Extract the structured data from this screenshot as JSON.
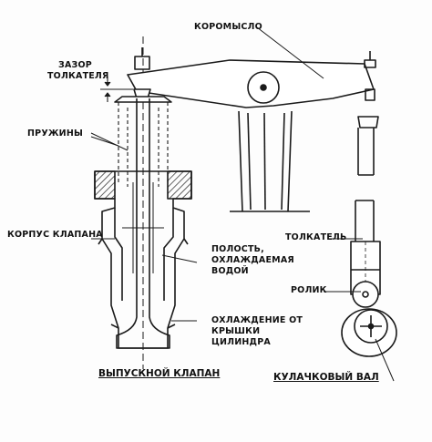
{
  "labels": {
    "rocker": "КОРОМЫСЛО",
    "lash_line1": "ЗАЗОР",
    "lash_line2": "ТОЛКАТЕЛЯ",
    "springs": "ПРУЖИНЫ",
    "valve_body": "КОРПУС КЛАПАНА",
    "cavity_line1": "ПОЛОСТЬ,",
    "cavity_line2": "ОХЛАЖДАЕМАЯ",
    "cavity_line3": "ВОДОЙ",
    "pusher": "ТОЛКАТЕЛЬ",
    "roller": "РОЛИК",
    "cooling_line1": "ОХЛАЖДЕНИЕ ОТ",
    "cooling_line2": "КРЫШКИ",
    "cooling_line3": "ЦИЛИНДРА"
  },
  "captions": {
    "exhaust_valve": "ВЫПУСКНОЙ КЛАПАН",
    "camshaft": "КУЛАЧКОВЫЙ ВАЛ"
  }
}
